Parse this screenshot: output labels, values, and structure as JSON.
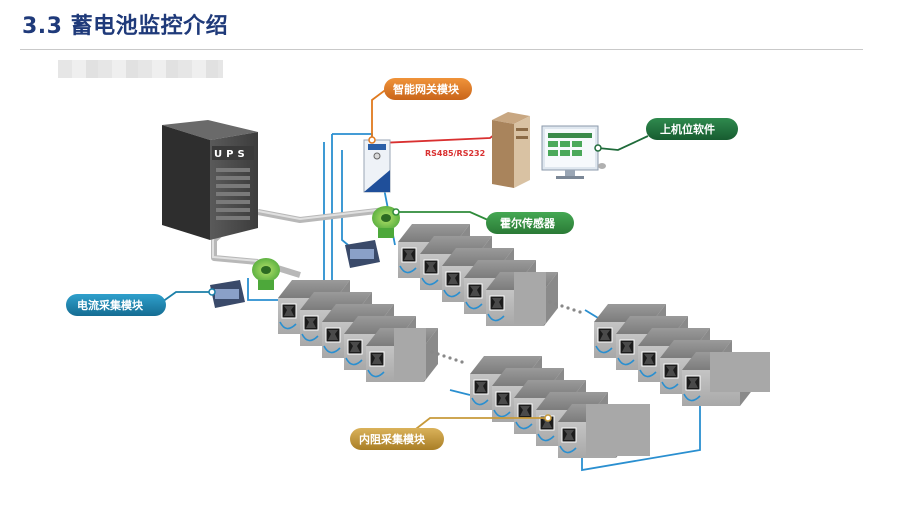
{
  "page": {
    "title": "3.3 蓄电池监控介绍"
  },
  "labels": {
    "gateway": "智能网关模块",
    "host_software": "上机位软件",
    "hall_sensor": "霍尔传感器",
    "current_module": "电流采集模块",
    "resistance_module": "内阻采集模块",
    "rs_protocol": "RS485/RS232",
    "ups": "UPS"
  },
  "colors": {
    "title": "#1f3a7a",
    "gateway_pill": "#e07a1f",
    "host_pill": "#1f6b3a",
    "hall_pill": "#2e8b3a",
    "current_pill": "#1a7fa8",
    "resistance_pill": "#c79a3a",
    "cable_blue": "#2a8fd0",
    "cable_red": "#d93030",
    "pipe_gray": "#b8b8b8"
  }
}
